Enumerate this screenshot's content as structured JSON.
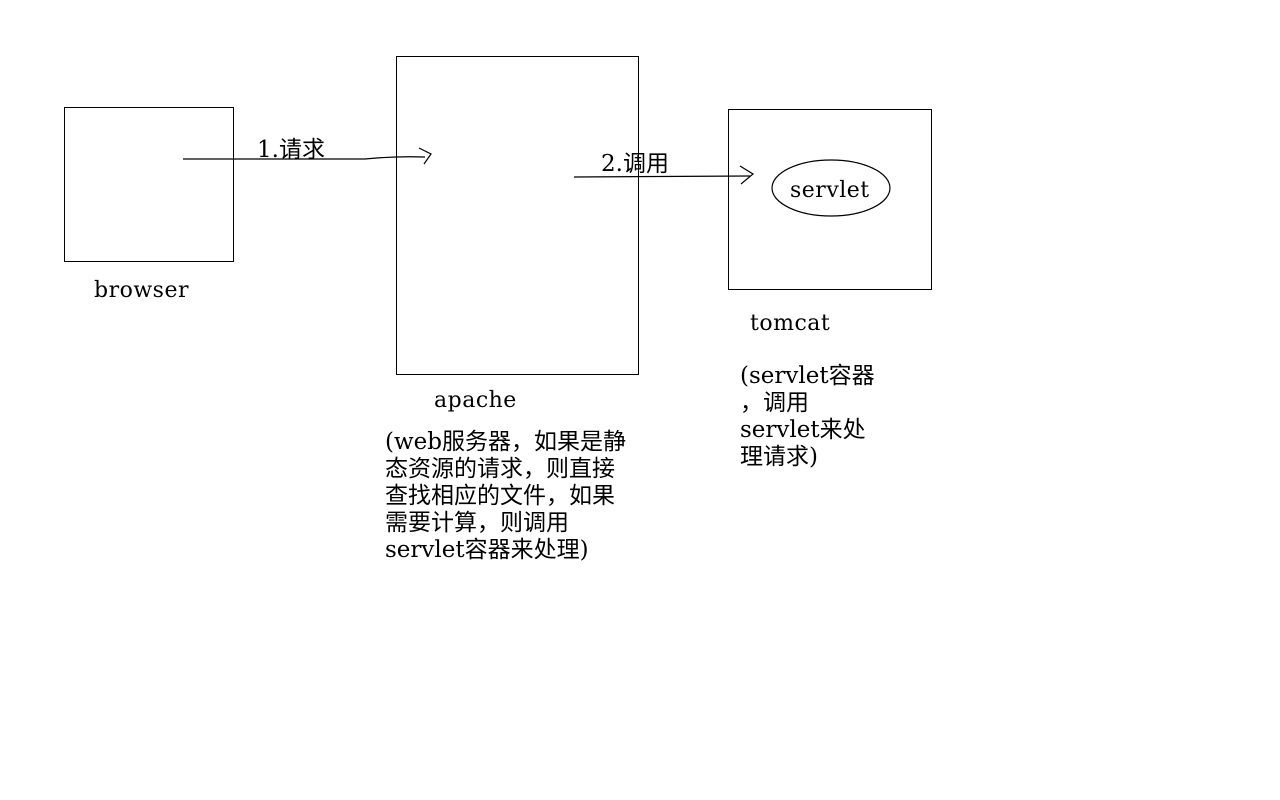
{
  "nodes": {
    "browser": {
      "label": "browser"
    },
    "apache": {
      "label": "apache",
      "note": "(web服务器，如果是静\n态资源的请求，则直接\n查找相应的文件，如果\n需要计算，则调用\nservlet容器来处理)"
    },
    "tomcat": {
      "label": "tomcat",
      "note": "(servlet容器\n，调用\nservlet来处\n理请求)",
      "inner": {
        "label": "servlet"
      }
    }
  },
  "edges": [
    {
      "from": "browser",
      "to": "apache",
      "label": "1.请求"
    },
    {
      "from": "apache",
      "to": "tomcat",
      "label": "2.调用"
    }
  ]
}
